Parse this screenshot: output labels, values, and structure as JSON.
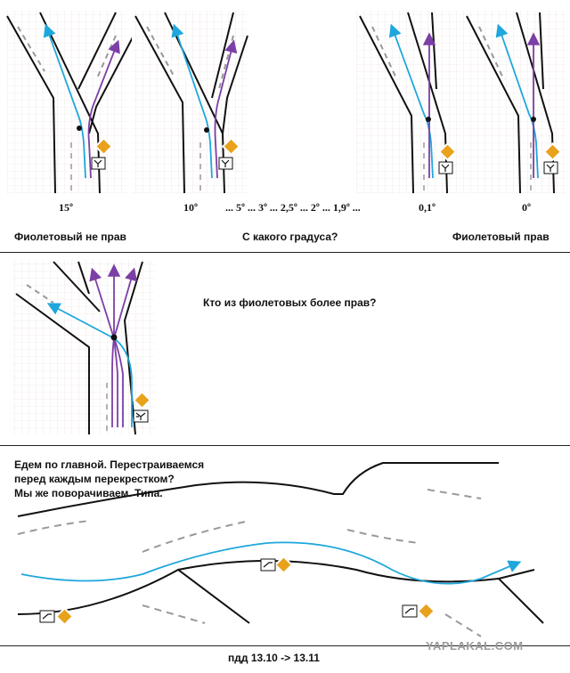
{
  "panel1": {
    "angles": [
      "15º",
      "10º",
      "... 5º ... 3º ... 2,5º ... 2º ... 1,9º ...",
      "0,1º",
      "0º"
    ],
    "left_caption": "Фиолетовый не прав",
    "center_caption": "С какого градуса?",
    "right_caption": "Фиолетовый прав"
  },
  "panel2": {
    "question": "Кто из фиолетовых более прав?"
  },
  "panel3": {
    "lines": [
      "Едем по главной. Перестраиваемся",
      "перед каждым перекрестком?",
      "Мы же поворачиваем. Типа."
    ],
    "footer": "пдд 13.10 -> 13.11"
  },
  "watermark": "YAPLAKAL.COM",
  "colors": {
    "blue": "#1ea7dc",
    "purple": "#7b3fa6",
    "sign": "#e8a21c",
    "road": "#111111"
  }
}
